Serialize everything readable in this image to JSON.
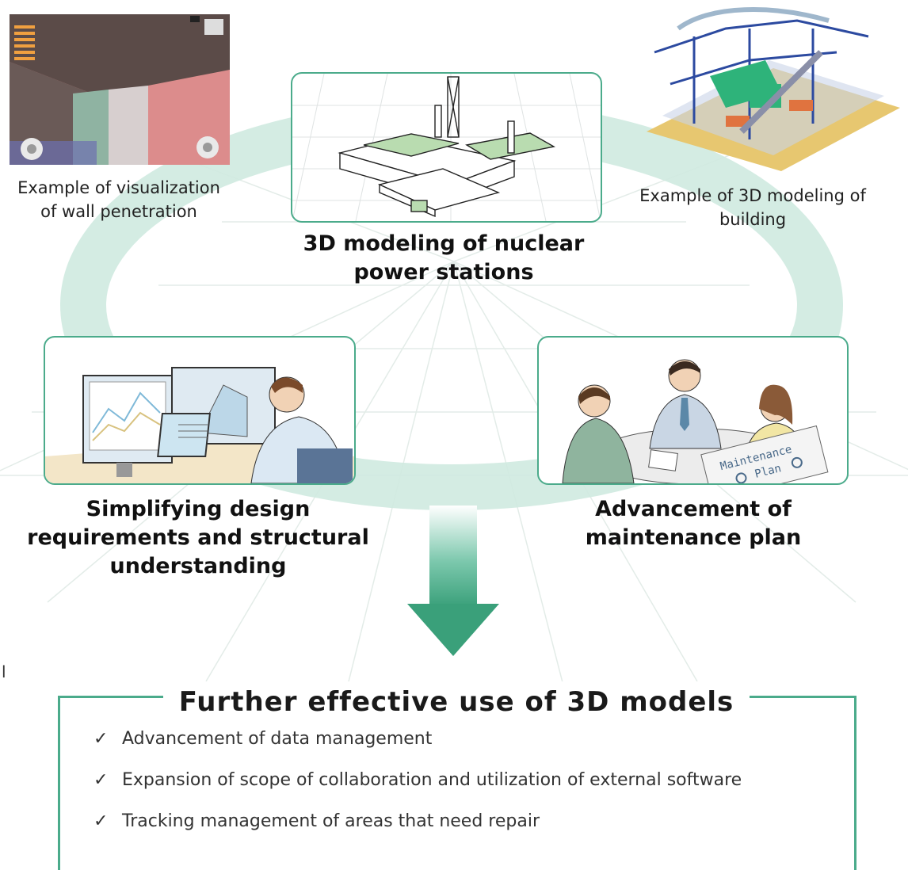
{
  "captions": {
    "wall": [
      "Example of visualization",
      "of wall penetration"
    ],
    "building": [
      "Example of 3D modeling of",
      "building"
    ]
  },
  "titles": {
    "modeling": [
      "3D modeling of nuclear",
      "power stations"
    ],
    "design": [
      "Simplifying design",
      "requirements and structural",
      "understanding"
    ],
    "maintenance": [
      "Advancement of",
      "maintenance plan"
    ]
  },
  "stray_text": "l",
  "plan_sheet": [
    "Maintenance",
    "Plan"
  ],
  "result": {
    "title": "Further effective use of 3D models",
    "bullets": [
      "Advancement of data management",
      "Expansion of scope of collaboration and utilization of external software",
      "Tracking management of areas that need repair"
    ],
    "check_glyph": "✓"
  },
  "colors": {
    "accent": "#4bab8b",
    "ring": "#cfeae0",
    "arrow": "#3aa07a"
  },
  "icons": [
    "check-icon",
    "down-arrow-icon",
    "gear-icon"
  ]
}
